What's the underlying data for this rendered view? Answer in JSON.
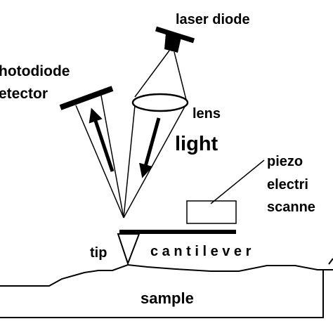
{
  "labels": {
    "laser_diode": "laser diode",
    "photodiode_line1": "hotodiode",
    "photodiode_line2": "etector",
    "lens": "lens",
    "light": "light",
    "piezo_line1": "piezo",
    "piezo_line2": "electri",
    "piezo_line3": "scanne",
    "tip": "tip",
    "cantilever": "c a n t i l e v e r",
    "sample": "sample"
  },
  "colors": {
    "ink": "#000000",
    "background": "#ffffff"
  }
}
